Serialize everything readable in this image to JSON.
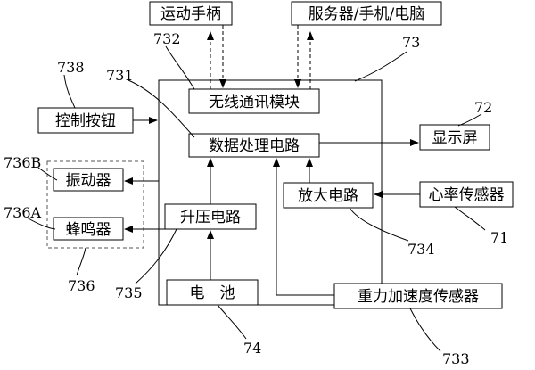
{
  "blocks": {
    "controller": "运动手柄",
    "server": "服务器/手机/电脑",
    "wireless": "无线通讯模块",
    "control_button": "控制按钮",
    "data_processing": "数据处理电路",
    "display": "显示屏",
    "vibrator": "振动器",
    "buzzer": "蜂鸣器",
    "boost": "升压电路",
    "amplifier": "放大电路",
    "heart_sensor": "心率传感器",
    "battery": "电　池",
    "gravity_sensor": "重力加速度传感器"
  },
  "refs": {
    "r732": "732",
    "r73": "73",
    "r738": "738",
    "r731": "731",
    "r72": "72",
    "r736B": "736B",
    "r736A": "736A",
    "r71": "71",
    "r734": "734",
    "r736": "736",
    "r735": "735",
    "r74": "74",
    "r733": "733"
  },
  "colors": {
    "line": "#000000",
    "background": "#ffffff"
  }
}
